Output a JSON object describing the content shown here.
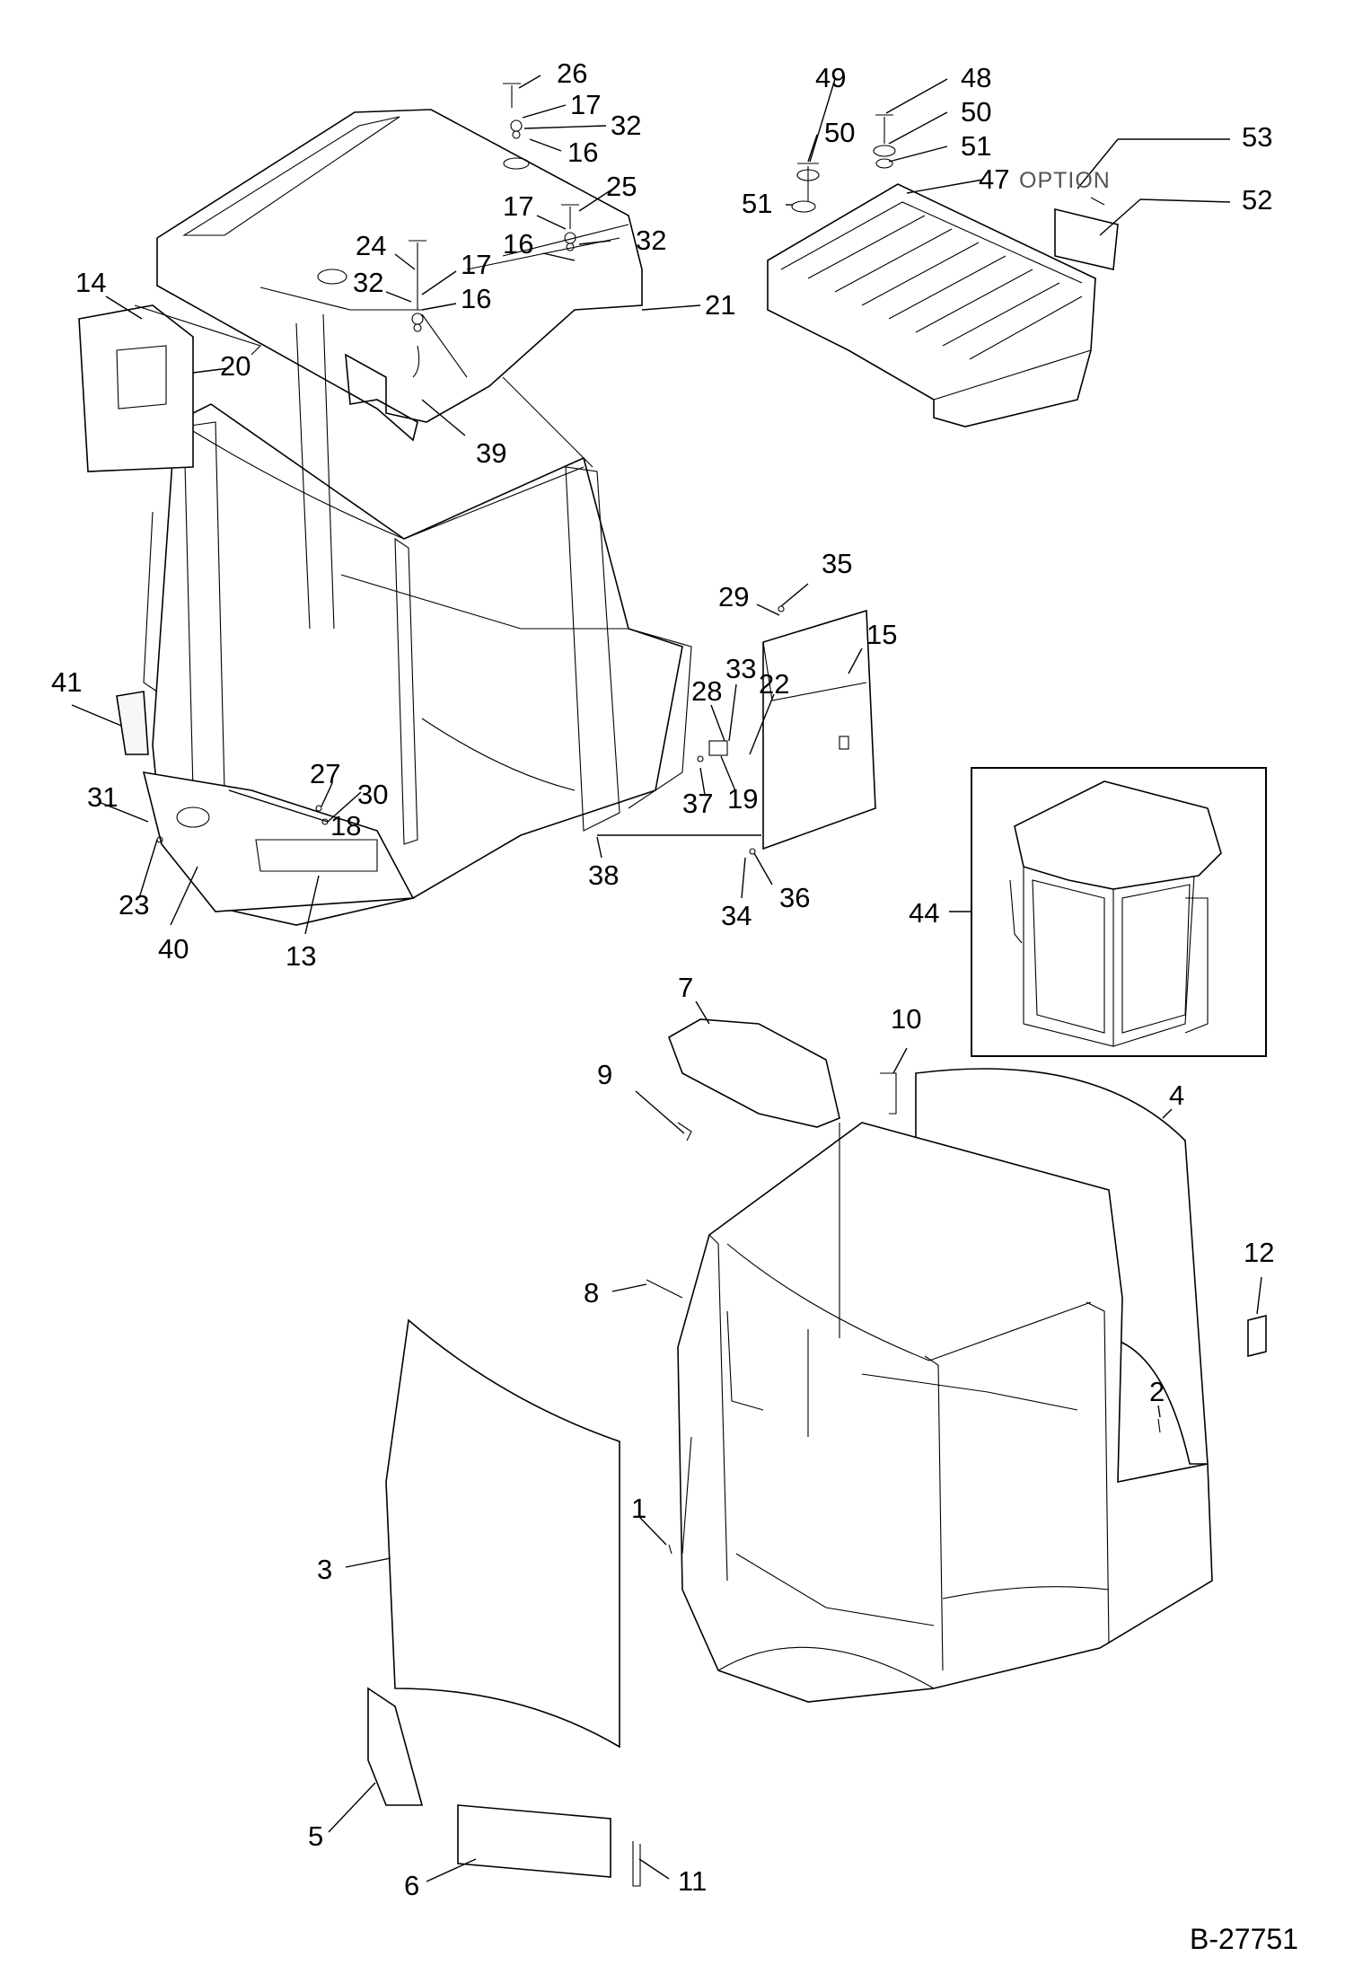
{
  "drawing_ref": "B-27751",
  "inset_label": "OPTION",
  "callouts": [
    "26",
    "17",
    "32",
    "16",
    "25",
    "17",
    "16",
    "32",
    "24",
    "17",
    "32",
    "16",
    "14",
    "20",
    "21",
    "39",
    "49",
    "48",
    "50",
    "50",
    "51",
    "51",
    "47",
    "53",
    "52",
    "35",
    "29",
    "15",
    "33",
    "22",
    "28",
    "41",
    "27",
    "30",
    "31",
    "18",
    "37",
    "19",
    "23",
    "40",
    "13",
    "38",
    "34",
    "36",
    "44",
    "7",
    "10",
    "9",
    "4",
    "12",
    "8",
    "2",
    "1",
    "3",
    "5",
    "6",
    "11"
  ]
}
